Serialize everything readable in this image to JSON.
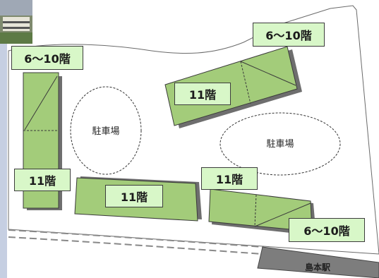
{
  "map": {
    "labels": {
      "floors_6_10": "6〜10階",
      "floors_11": "11階",
      "parking": "駐車場",
      "station": "島本駅"
    }
  },
  "colors": {
    "building_fill": "#a3cc7a",
    "building_stroke": "#3a3a3a",
    "shadow": "#6e6e6e",
    "label_fill": "#d8f7c8",
    "sidebar": "#c6cfe2",
    "station_fill": "#7d7d7d"
  }
}
